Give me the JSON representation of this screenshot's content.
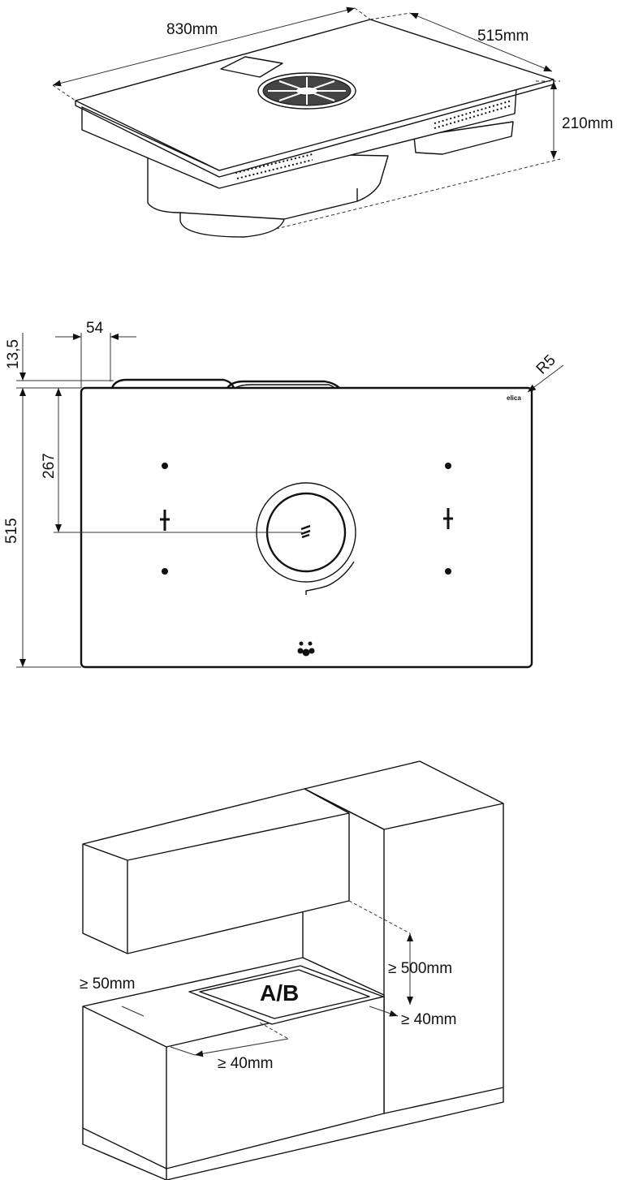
{
  "top_view": {
    "width_label": "830mm",
    "depth_label": "515mm",
    "height_label": "210mm"
  },
  "plan_view": {
    "top_offset": "13,5",
    "side_offset": "54",
    "radius": "R5",
    "center_depth": "267",
    "total_depth": "515"
  },
  "installation_view": {
    "side_clearance": "≥ 50mm",
    "hood_clearance": "≥ 500mm",
    "wall_clearance": "≥ 40mm",
    "front_clearance": "≥ 40mm",
    "hob_label": "A/B"
  }
}
